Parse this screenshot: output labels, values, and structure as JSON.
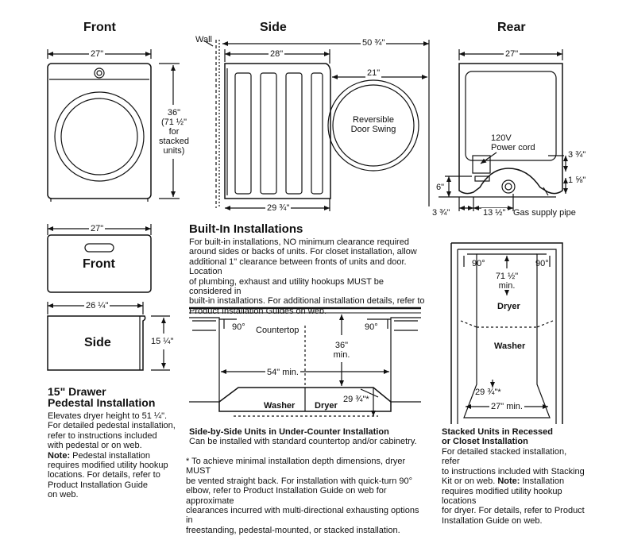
{
  "views": {
    "front": {
      "title": "Front",
      "width": "27\"",
      "height_line1": "36\"",
      "height_line2": "(71 ½\"",
      "height_line3": "for",
      "height_line4": "stacked",
      "height_line5": "units)"
    },
    "side": {
      "title": "Side",
      "wall": "Wall",
      "width": "28\"",
      "overall_depth": "50 ¾\"",
      "door_depth": "21\"",
      "base_depth": "29 ¾\"",
      "door_note_1": "Reversible",
      "door_note_2": "Door Swing"
    },
    "rear": {
      "title": "Rear",
      "width": "27\"",
      "power_cord_1": "120V",
      "power_cord_2": "Power cord",
      "dim_3_4": "3 ¾\"",
      "dim_6": "6\"",
      "dim_1_5_8": "1 ⅝\"",
      "dim_3_3_4": "3 ¾\"",
      "dim_13_1_2": "13 ½\"",
      "gas_pipe": "Gas supply pipe"
    }
  },
  "pedestal": {
    "front_width": "27\"",
    "front_label": "Front",
    "side_width": "26 ¼\"",
    "side_label": "Side",
    "side_height": "15 ¼\"",
    "heading_line1": "15\" Drawer",
    "heading_line2": "Pedestal Installation",
    "body": "Elevates dryer height to 51 ¼\".\nFor detailed pedestal installation,\nrefer to instructions included\nwith pedestal or on web.",
    "note_label": "Note:",
    "note_text": " Pedestal installation\nrequires modified utility hookup\nlocations. For details, refer to\nProduct Installation Guide\non web."
  },
  "built_in": {
    "heading": "Built-In Installations",
    "body": "For built-in installations, NO minimum clearance required\naround sides or backs of units. For closet installation, allow\nadditional 1\" clearance between fronts of units and door. Location\nof plumbing, exhaust and utility hookups MUST be considered in\nbuilt-in installations. For additional installation details, refer to\nProduct Installation Guides on web.",
    "side_by_side": {
      "countertop": "Countertop",
      "angle_left": "90°",
      "angle_right": "90°",
      "height_1": "36\"",
      "height_2": "min.",
      "width": "54\" min.",
      "washer": "Washer",
      "dryer": "Dryer",
      "depth": "29 ¾\"*",
      "caption": "Side-by-Side Units in Under-Counter Installation",
      "caption_body": "Can be installed with standard countertop and/or cabinetry."
    },
    "stacked": {
      "angle_left": "90°",
      "angle_right": "90°",
      "height_1": "71 ½\"",
      "height_2": "min.",
      "dryer": "Dryer",
      "washer": "Washer",
      "depth": "29 ¾\"*",
      "width": "27\" min.",
      "caption_1": "Stacked Units in Recessed",
      "caption_2": "or Closet Installation",
      "caption_body": "For detailed stacked installation, refer\nto instructions included with Stacking\nKit or on web.",
      "note_label": "Note:",
      "note_text": " Installation\nrequires modified utility hookup locations\nfor dryer. For details, refer to Product\nInstallation Guide on web."
    },
    "footnote": "* To achieve minimal installation depth dimensions, dryer MUST\n   be vented straight back. For installation with quick-turn 90°\n   elbow, refer to Product Installation Guide on web for approximate\n   clearances incurred with multi-directional exhausting options in\n   freestanding, pedestal-mounted, or stacked installation."
  }
}
